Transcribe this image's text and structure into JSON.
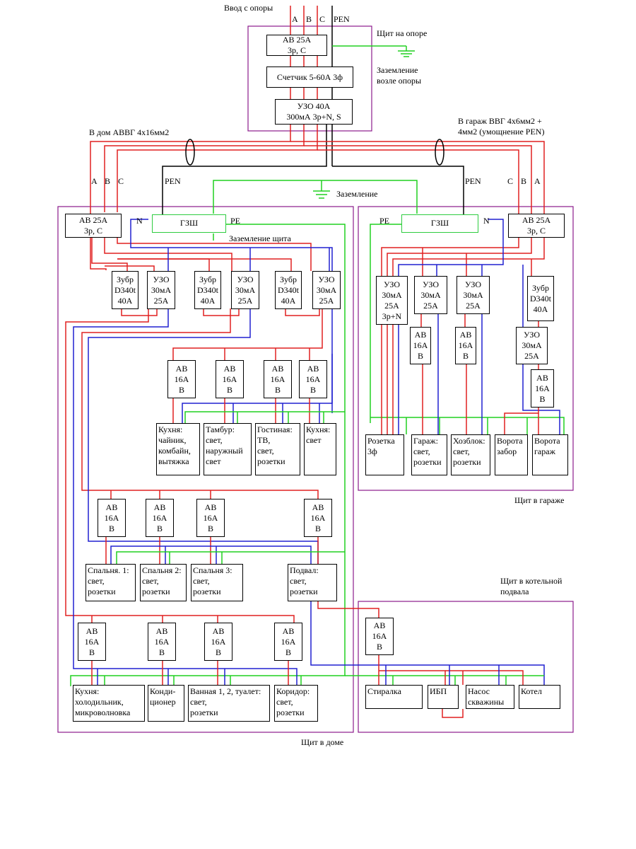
{
  "colors": {
    "phase": "#e02020",
    "neutral": "#2020d0",
    "pe": "#20d020",
    "pen": "#000000",
    "panel": "#8b1a8b"
  },
  "labels": {
    "input": "Ввод с опоры",
    "phaseA": "A",
    "phaseB": "B",
    "phaseC": "C",
    "pen": "PEN",
    "pole_panel": "Щит на опоре",
    "pole_ground": "Заземление\nвозле опоры",
    "cable_house": "В дом АВВГ 4х16мм2",
    "cable_garage": "В гараж ВВГ 4х6мм2 +\n4мм2 (умощнение PEN)",
    "ground": "Заземление",
    "house_A": "A",
    "house_B": "B",
    "house_C": "C",
    "house_pen": "PEN",
    "garage_pen": "PEN",
    "garage_C": "C",
    "garage_B": "B",
    "garage_A": "A",
    "house_N": "N",
    "house_PE": "PE",
    "panel_ground": "Заземление щита",
    "garage_PE": "PE",
    "garage_N": "N",
    "garage_panel": "Щит в гараже",
    "house_panel": "Щит в доме",
    "boiler_panel": "Щит в котельной\nподвала"
  },
  "pole": {
    "breaker": "АВ 25А\n3р, С",
    "meter": "Счетчик 5-60А 3ф",
    "rcd": "УЗО 40А\n300мА 3р+N, S"
  },
  "house": {
    "gzsh": "ГЗШ",
    "main_breaker": "АВ 25А\n3р, С",
    "protectors": [
      "Зубр\nD340t\n40A",
      "УЗО\n30мА\n25А",
      "Зубр\nD340t\n40A",
      "УЗО\n30мА\n25А",
      "Зубр\nD340t\n40A",
      "УЗО\n30мА\n25А"
    ],
    "breakers_row1": [
      "АВ\n16А\nB",
      "АВ\n16А\nB",
      "АВ\n16А\nB",
      "АВ\n16А\nB"
    ],
    "loads_row1": [
      "Кухня:\nчайник,\nкомбайн,\nвытяжка",
      "Тамбур:\nсвет,\nнаружный\nсвет",
      "Гостиная:\nТВ,\nсвет,\nрозетки",
      "Кухня:\nсвет"
    ],
    "breakers_row2": [
      "АВ\n16А\nB",
      "АВ\n16А\nB",
      "АВ\n16А\nB",
      "АВ\n16А\nB"
    ],
    "loads_row2": [
      "Спальня. 1:\nсвет,\nрозетки",
      "Спальня 2:\nсвет,\nрозетки",
      "Спальня 3:\nсвет,\nрозетки",
      "Подвал:\nсвет,\nрозетки"
    ],
    "breakers_row3": [
      "АВ\n16А\nB",
      "АВ\n16А\nB",
      "АВ\n16А\nB",
      "АВ\n16А\nB"
    ],
    "loads_row3": [
      "Кухня:\nхолодильник,\nмикроволновка",
      "Конди-\nционер",
      "Ванная 1, 2, туалет:\nсвет,\nрозетки",
      "Коридор:\nсвет,\nрозетки"
    ]
  },
  "garage": {
    "gzsh": "ГЗШ",
    "main_breaker": "АВ 25А\n3р, С",
    "rcd_3p": "УЗО\n30мА\n25А\n3р+N",
    "rcd_a": "УЗО\n30мА\n25А",
    "rcd_b": "УЗО\n30мА\n25А",
    "protector": "Зубр\nD340t\n40A",
    "breaker_a": "АВ\n16А\nB",
    "breaker_b": "АВ\n16А\nB",
    "rcd_c": "УЗО\n30мА\n25А",
    "breaker_c": "АВ\n16А\nB",
    "loads": [
      "Розетка\n3ф",
      "Гараж:\nсвет,\nрозетки",
      "Хозблок:\nсвет,\nрозетки",
      "Ворота\nзабор",
      "Ворота\nгараж"
    ]
  },
  "boiler": {
    "breaker": "АВ\n16А\nB",
    "loads": [
      "Стиралка",
      "ИБП",
      "Насос\nскважины",
      "Котел"
    ]
  }
}
